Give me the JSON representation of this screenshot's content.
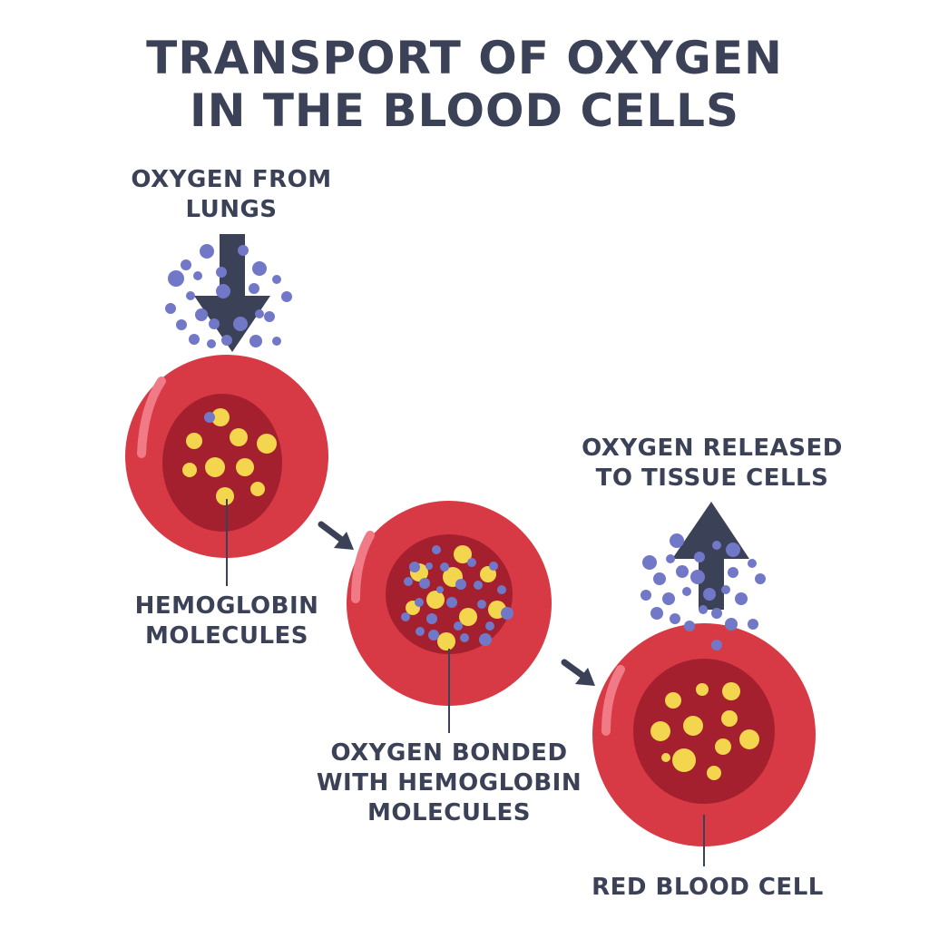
{
  "title": {
    "line1": "TRANSPORT OF OXYGEN",
    "line2": "IN THE BLOOD CELLS"
  },
  "labels": {
    "oxygen_from_lungs": [
      "OXYGEN FROM",
      "LUNGS"
    ],
    "hemoglobin_molecules": [
      "HEMOGLOBIN",
      "MOLECULES"
    ],
    "oxygen_bonded": [
      "OXYGEN BONDED",
      "WITH HEMOGLOBIN",
      "MOLECULES"
    ],
    "oxygen_released": [
      "OXYGEN RELEASED",
      "TO TISSUE CELLS"
    ],
    "red_blood_cell": "RED BLOOD CELL"
  },
  "colors": {
    "text": "#3b4157",
    "arrow": "#3b4157",
    "cell_outer": "#d83a45",
    "cell_inner": "#a4202e",
    "cell_highlight": "#f07a86",
    "hemoglobin": "#f3d54e",
    "oxygen": "#7278c8",
    "background": "#ffffff"
  },
  "icons": {
    "down_arrow": "arrow-down-icon",
    "up_arrow": "arrow-up-icon",
    "flow_arrow": "arrow-diagonal-icon"
  }
}
